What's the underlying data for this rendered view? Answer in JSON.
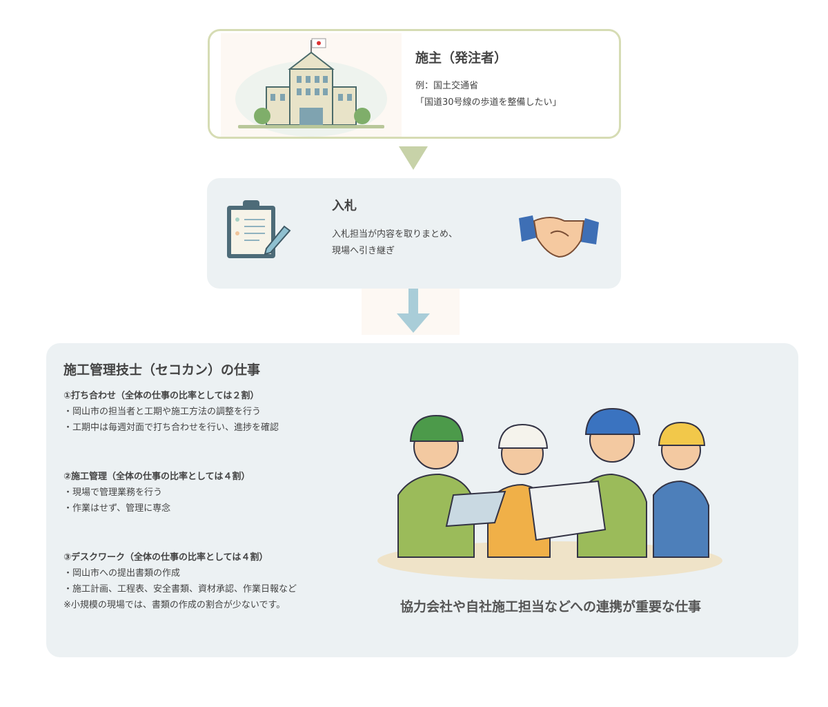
{
  "client": {
    "title": "施主（発注者）",
    "example_label": "例：国土交通省",
    "example_quote": "「国道30号線の歩道を整備したい」"
  },
  "bidding": {
    "title": "入札",
    "lines": [
      "入札担当が内容を取りまとめ、",
      "現場へ引き継ぎ"
    ]
  },
  "sekokan": {
    "title": "施工管理技士（セコカン）の仕事",
    "sections": [
      {
        "heading": "①打ち合わせ（全体の仕事の比率としては２割）",
        "items": [
          "・岡山市の担当者と工期や施工方法の調整を行う",
          "・工期中は毎週対面で打ち合わせを行い、進捗を確認"
        ]
      },
      {
        "heading": "②施工管理（全体の仕事の比率としては４割）",
        "items": [
          "・現場で管理業務を行う",
          "・作業はせず、管理に専念"
        ]
      },
      {
        "heading": "③デスクワーク（全体の仕事の比率としては４割）",
        "items": [
          "・岡山市への提出書類の作成",
          "・施工計画、工程表、安全書類、資材承認、作業日報など"
        ]
      }
    ],
    "note": "※小規模の現場では、書類の作成の割合が少ないです。",
    "caption": "協力会社や自社施工担当などへの連携が重要な仕事"
  },
  "colors": {
    "olive": "#c7d2a8",
    "panel": "#ecf1f3",
    "arrow_blue": "#a9cdd8"
  }
}
